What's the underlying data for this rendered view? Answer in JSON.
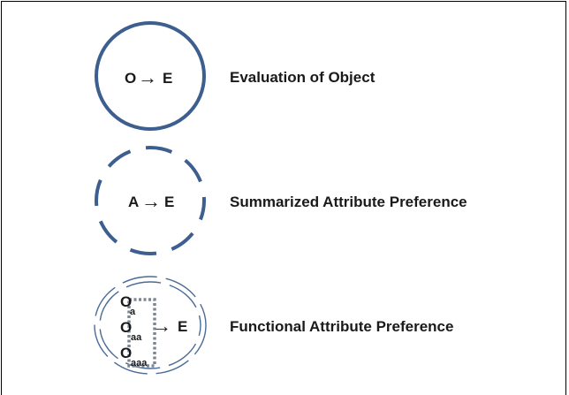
{
  "rows": [
    {
      "label": "Evaluation of Object",
      "formula_left": "O",
      "formula_right": "E",
      "arrow": "→",
      "style": "solid"
    },
    {
      "label": "Summarized Attribute Preference",
      "formula_left": "A",
      "formula_right": "E",
      "arrow": "→",
      "style": "dashed"
    },
    {
      "label": "Functional Attribute Preference",
      "formula_left": "O",
      "formula_right": "E",
      "arrow": "→",
      "style": "double-dashed",
      "subscripts": [
        "a",
        "aa",
        "aaa"
      ]
    }
  ],
  "colors": {
    "circle": "#3d5f8f",
    "double_circle": "#4a6a98",
    "box": "#7d8794",
    "text": "#1a1a1a"
  }
}
